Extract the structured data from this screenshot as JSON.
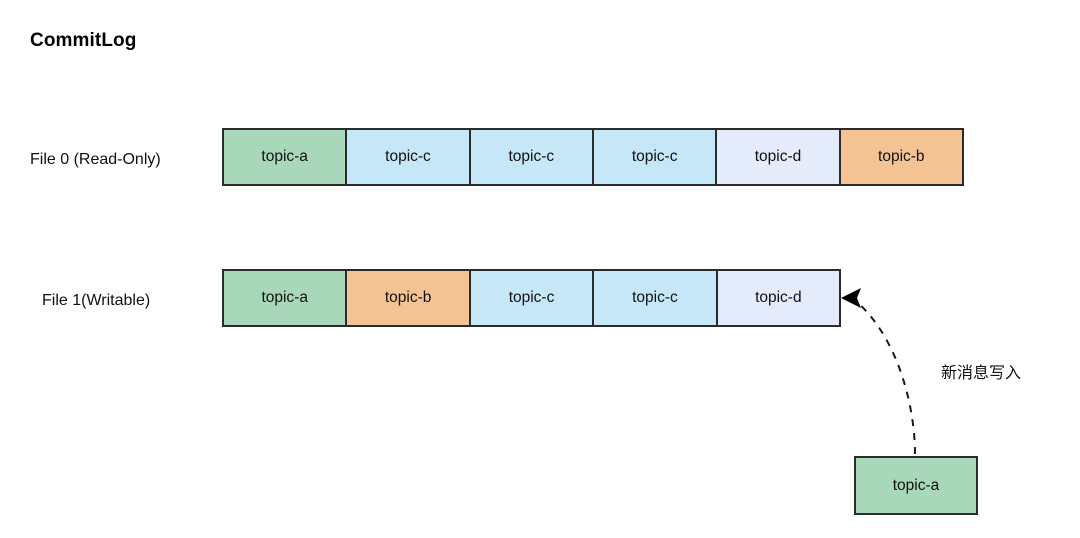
{
  "title": "CommitLog",
  "colors": {
    "topic_a": "#a8d8b9",
    "topic_b": "#f4c394",
    "topic_c": "#c5e7f8",
    "topic_d": "#e4ebfa",
    "stroke": "#2b2b2b",
    "text": "#111111",
    "background": "#ffffff"
  },
  "rows": [
    {
      "label": "File 0 (Read-Only)",
      "segments": [
        {
          "label": "topic-a",
          "color": "#a8d8b9"
        },
        {
          "label": "topic-c",
          "color": "#c5e7f8"
        },
        {
          "label": "topic-c",
          "color": "#c5e7f8"
        },
        {
          "label": "topic-c",
          "color": "#c5e7f8"
        },
        {
          "label": "topic-d",
          "color": "#e4ebfa"
        },
        {
          "label": "topic-b",
          "color": "#f4c394"
        }
      ]
    },
    {
      "label": "File 1(Writable)",
      "segments": [
        {
          "label": "topic-a",
          "color": "#a8d8b9"
        },
        {
          "label": "topic-b",
          "color": "#f4c394"
        },
        {
          "label": "topic-c",
          "color": "#c5e7f8"
        },
        {
          "label": "topic-c",
          "color": "#c5e7f8"
        },
        {
          "label": "topic-d",
          "color": "#e4ebfa"
        }
      ]
    }
  ],
  "incoming": {
    "label": "topic-a",
    "color": "#a8d8b9",
    "annotation": "新消息写入"
  }
}
